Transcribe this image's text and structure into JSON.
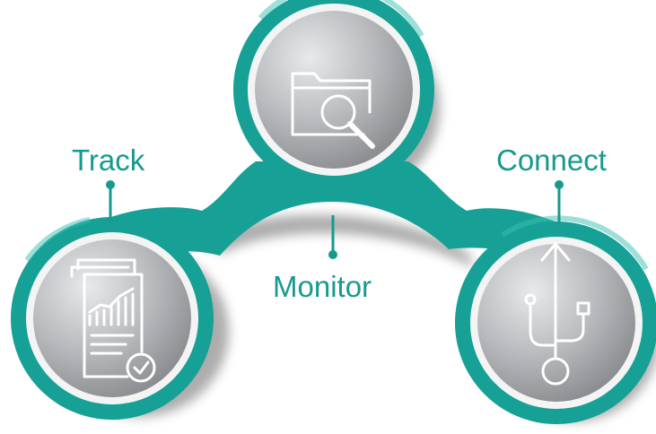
{
  "nodes": [
    {
      "label": "Track",
      "icon": "report-chart-icon"
    },
    {
      "label": "Monitor",
      "icon": "folder-search-icon"
    },
    {
      "label": "Connect",
      "icon": "usb-icon"
    }
  ],
  "colors": {
    "accent": "#169a8e",
    "ring": "#17a095",
    "circle_light": "#e6e7e9",
    "circle_dark": "#8e9093",
    "icon_stroke": "#ffffff"
  }
}
